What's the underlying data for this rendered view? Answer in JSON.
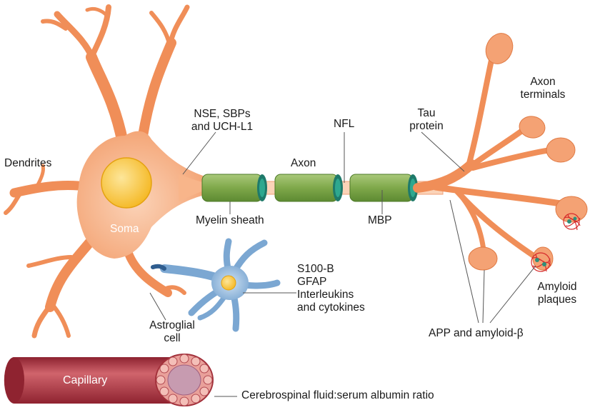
{
  "labels": {
    "dendrites": "Dendrites",
    "soma": "Soma",
    "nse": "NSE, SBPs\nand UCH-L1",
    "axon": "Axon",
    "nfl": "NFL",
    "tau": "Tau\nprotein",
    "axon_terminals": "Axon\nterminals",
    "myelin_sheath": "Myelin sheath",
    "mbp": "MBP",
    "astro_markers": "S100-B\nGFAP\nInterleukins\nand cytokines",
    "astroglial_cell": "Astroglial\ncell",
    "amyloid_plaques": "Amyloid\nplaques",
    "app": "APP and amyloid-β",
    "capillary": "Capillary",
    "csf_ratio": "Cerebrospinal fluid:serum albumin ratio"
  },
  "colors": {
    "neuron": "#f4a274",
    "neuron_light": "#fbd3b8",
    "nucleus": "#f8c431",
    "myelin": "#7fa84a",
    "myelin_node": "#1f7a6a",
    "astrocyte": "#7ba7d2",
    "capillary": "#b73a44",
    "plaque": "#d62b2b"
  }
}
